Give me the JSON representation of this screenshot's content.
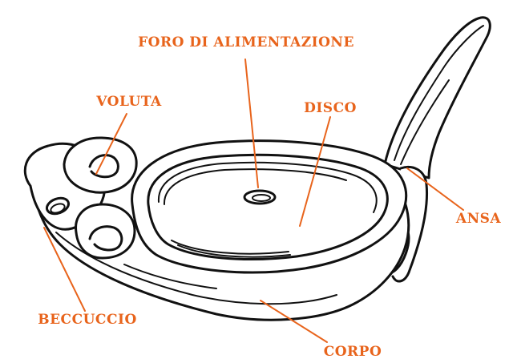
{
  "labels": {
    "fill_hole": "FORO DI ALIMENTAZIONE",
    "volute": "VOLUTA",
    "disc": "DISCO",
    "handle": "ANSA",
    "nozzle": "BECCUCCIO",
    "body": "CORPO"
  },
  "colors": {
    "label": "#e8641c",
    "line_art": "#111111",
    "background": "#ffffff"
  }
}
